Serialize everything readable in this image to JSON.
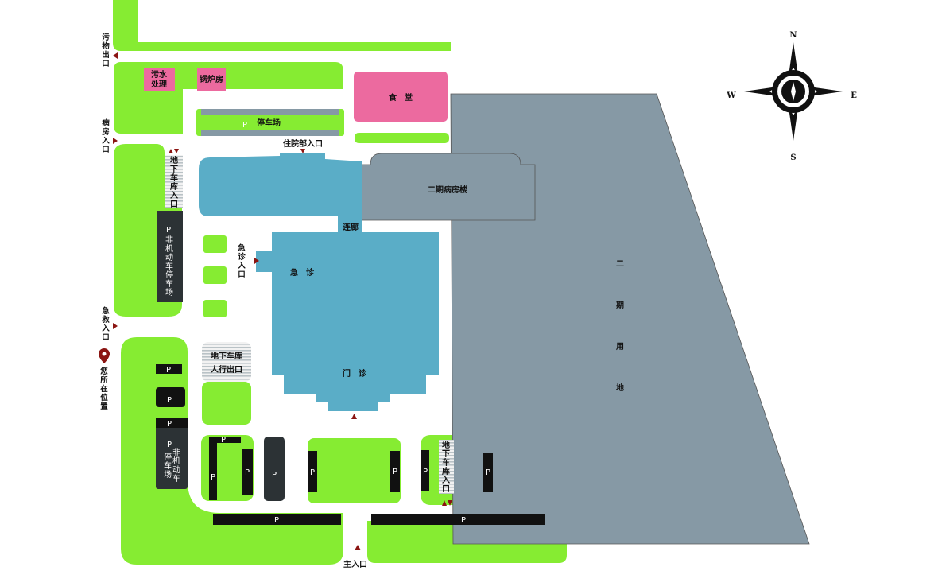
{
  "colors": {
    "green": "#86ec32",
    "pink": "#ec6a9f",
    "blue": "#5aadc7",
    "gray": "#8699a5",
    "arrow": "#8b1512"
  },
  "exits": {
    "waste_exit": [
      "污",
      "物",
      "出",
      "口"
    ],
    "ward_entrance": [
      "病",
      "房",
      "入",
      "口"
    ],
    "ambulance_entrance": [
      "急",
      "救",
      "入",
      "口"
    ],
    "you_are_here": [
      "您",
      "所",
      "在",
      "位",
      "置"
    ],
    "main_entrance": "主入口",
    "er_entrance": [
      "急",
      "诊",
      "入",
      "口"
    ],
    "inpatient_entrance": "住院部入口"
  },
  "buildings": {
    "sewage": [
      "污水",
      "处理"
    ],
    "boiler": "锅炉房",
    "canteen": "食　堂",
    "ward_phase2": "二期病房楼",
    "corridor": "连廊",
    "emergency": "急　诊",
    "outpatient": "门　诊",
    "phase2_land": [
      "二",
      "期",
      "用",
      "地"
    ]
  },
  "parking": {
    "p": "P",
    "lot": "停车场",
    "garage_entrance": [
      "地",
      "下",
      "车",
      "库",
      "入",
      "口"
    ],
    "bike_top": [
      "非",
      "机",
      "动",
      "车",
      "停",
      "车",
      "场"
    ],
    "bike_bottom_a": [
      "非",
      "机",
      "动",
      "车"
    ],
    "bike_bottom_b": [
      "停",
      "车",
      "场"
    ],
    "ped_exit": [
      "地下车库",
      "人行出口"
    ]
  },
  "compass": {
    "n": "N",
    "s": "S",
    "e": "E",
    "w": "W"
  }
}
